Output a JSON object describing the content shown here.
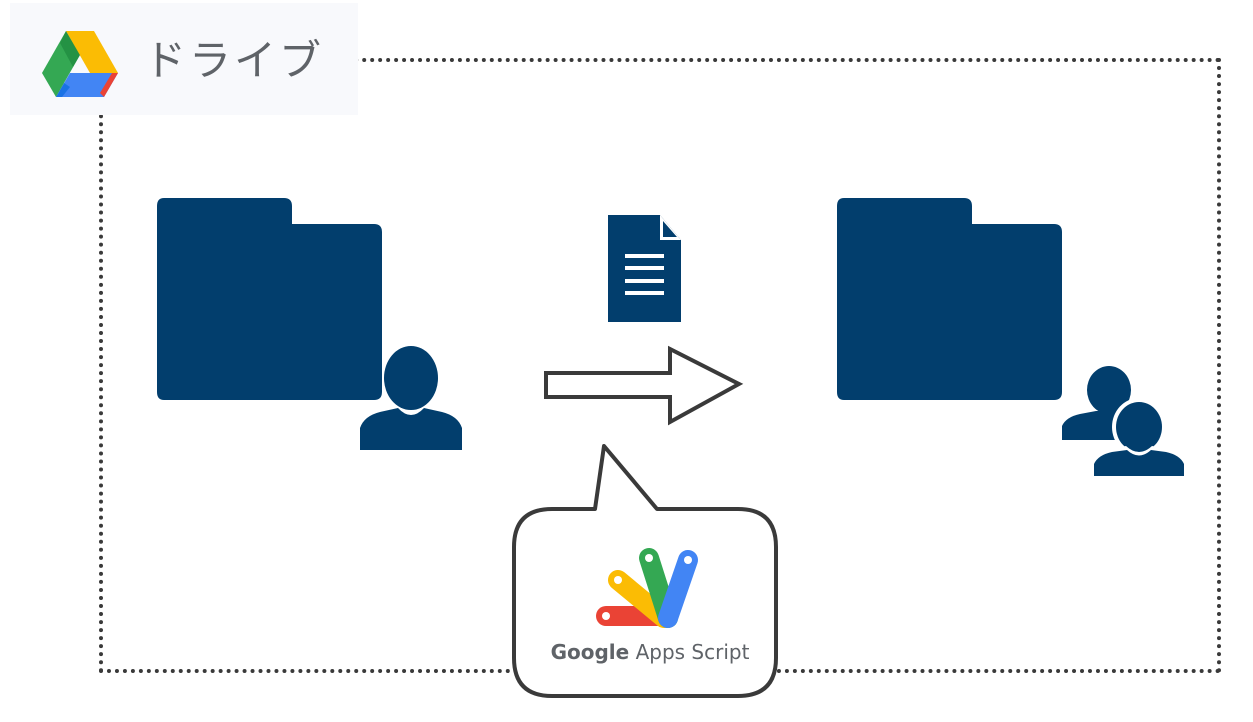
{
  "drive": {
    "title": "ドライブ",
    "logo_icon": "google-drive-logo"
  },
  "apps_script": {
    "label_brand": "Google",
    "label_product": "Apps Script",
    "logo_icon": "google-apps-script-logo"
  },
  "icons": {
    "source_folder": "folder-icon",
    "source_owner": "person-icon",
    "document": "document-icon",
    "arrow": "right-arrow-icon",
    "destination_folder": "folder-icon",
    "destination_owners": "people-icon"
  },
  "colors": {
    "icon_navy": "#023e6d",
    "boundary": "#3a3a3a",
    "header_bg": "#f8f9fc",
    "drive_text": "#5f6368",
    "gas_green": "#34a853",
    "gas_blue": "#4285f4",
    "gas_yellow": "#fbbc04",
    "gas_red": "#ea4335"
  }
}
